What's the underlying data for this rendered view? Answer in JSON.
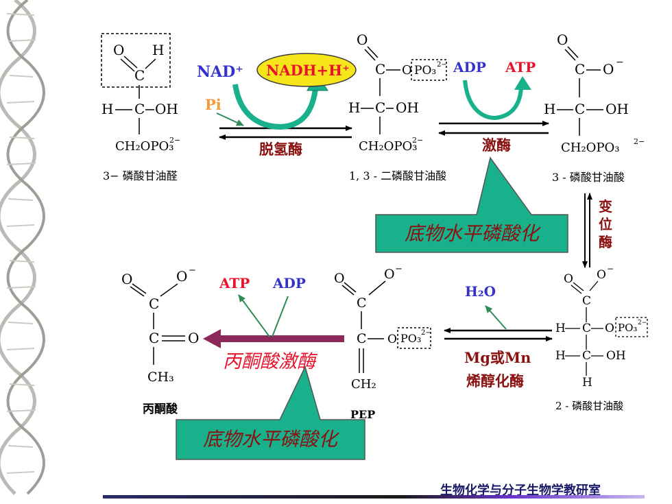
{
  "colors": {
    "blue": "#3333cc",
    "red": "#e8122a",
    "orange": "#f59a3c",
    "dark_red": "#8b1010",
    "teal": "#19b08c",
    "green_arrow": "#2e8b57",
    "yellow": "#f5e51a",
    "purple_arrow": "#8b2a5a"
  },
  "top": {
    "left_molecule": {
      "o": "O",
      "h_top": "H",
      "c_top": "C",
      "h_mid": "H",
      "c_mid": "C",
      "oh": "OH",
      "ch2opo3": "CH₂OPO₃",
      "charge": "2−",
      "name": "3− 磷酸甘油醛"
    },
    "nad": "NAD⁺",
    "nadh": "NADH+H⁺",
    "pi": "Pi",
    "enzyme_dehydrogenase": "脱氢酶",
    "mid_molecule": {
      "o": "O",
      "c_top": "C",
      "o_link": "O",
      "po3": "PO₃",
      "po3_charge": "2−",
      "h_mid": "H",
      "c_mid": "C",
      "oh": "OH",
      "ch2opo3": "CH₂OPO₃",
      "charge": "2−",
      "name": "1, 3 - 二磷酸甘油酸"
    },
    "adp": "ADP",
    "atp": "ATP",
    "enzyme_kinase": "激酶",
    "right_molecule": {
      "o": "O",
      "c_top": "C",
      "o_minus": "O",
      "minus": "−",
      "h_mid": "H",
      "c_mid": "C",
      "oh": "OH",
      "ch2opo3": "CH₂OPO₃",
      "charge": "2−",
      "name": "3 - 磷酸甘油酸"
    },
    "callout": "底物水平磷酸化"
  },
  "mutase": [
    "变",
    "位",
    "酶"
  ],
  "bottom": {
    "right_molecule": {
      "o": "O",
      "o_minus": "O",
      "minus": "−",
      "c_top": "C",
      "h_mid": "H",
      "c_mid": "C",
      "o_link": "O",
      "po3": "PO₃",
      "po3_charge": "2−",
      "h_low": "H",
      "c_low": "C",
      "oh": "OH",
      "h_bottom": "H",
      "name": "2 - 磷酸甘油酸"
    },
    "h2o": "H₂O",
    "mg_mn": "Mg或Mn",
    "enolase": "烯醇化酶",
    "pep_molecule": {
      "o": "O",
      "o_minus": "O",
      "minus": "−",
      "c_top": "C",
      "c_mid": "C",
      "o_link": "O",
      "po3": "PO₃",
      "po3_charge": "2−",
      "ch2": "CH₂",
      "name": "PEP"
    },
    "atp": "ATP",
    "adp": "ADP",
    "enzyme_pyruvate_kinase": "丙酮酸激酶",
    "pyruvate_molecule": {
      "o": "O",
      "o_minus": "O",
      "minus": "−",
      "c_top": "C",
      "c_mid": "C",
      "o_double": "O",
      "ch3": "CH₃",
      "name": "丙酮酸"
    },
    "callout": "底物水平磷酸化"
  },
  "footer": "生物化学与分子生物学教研室"
}
